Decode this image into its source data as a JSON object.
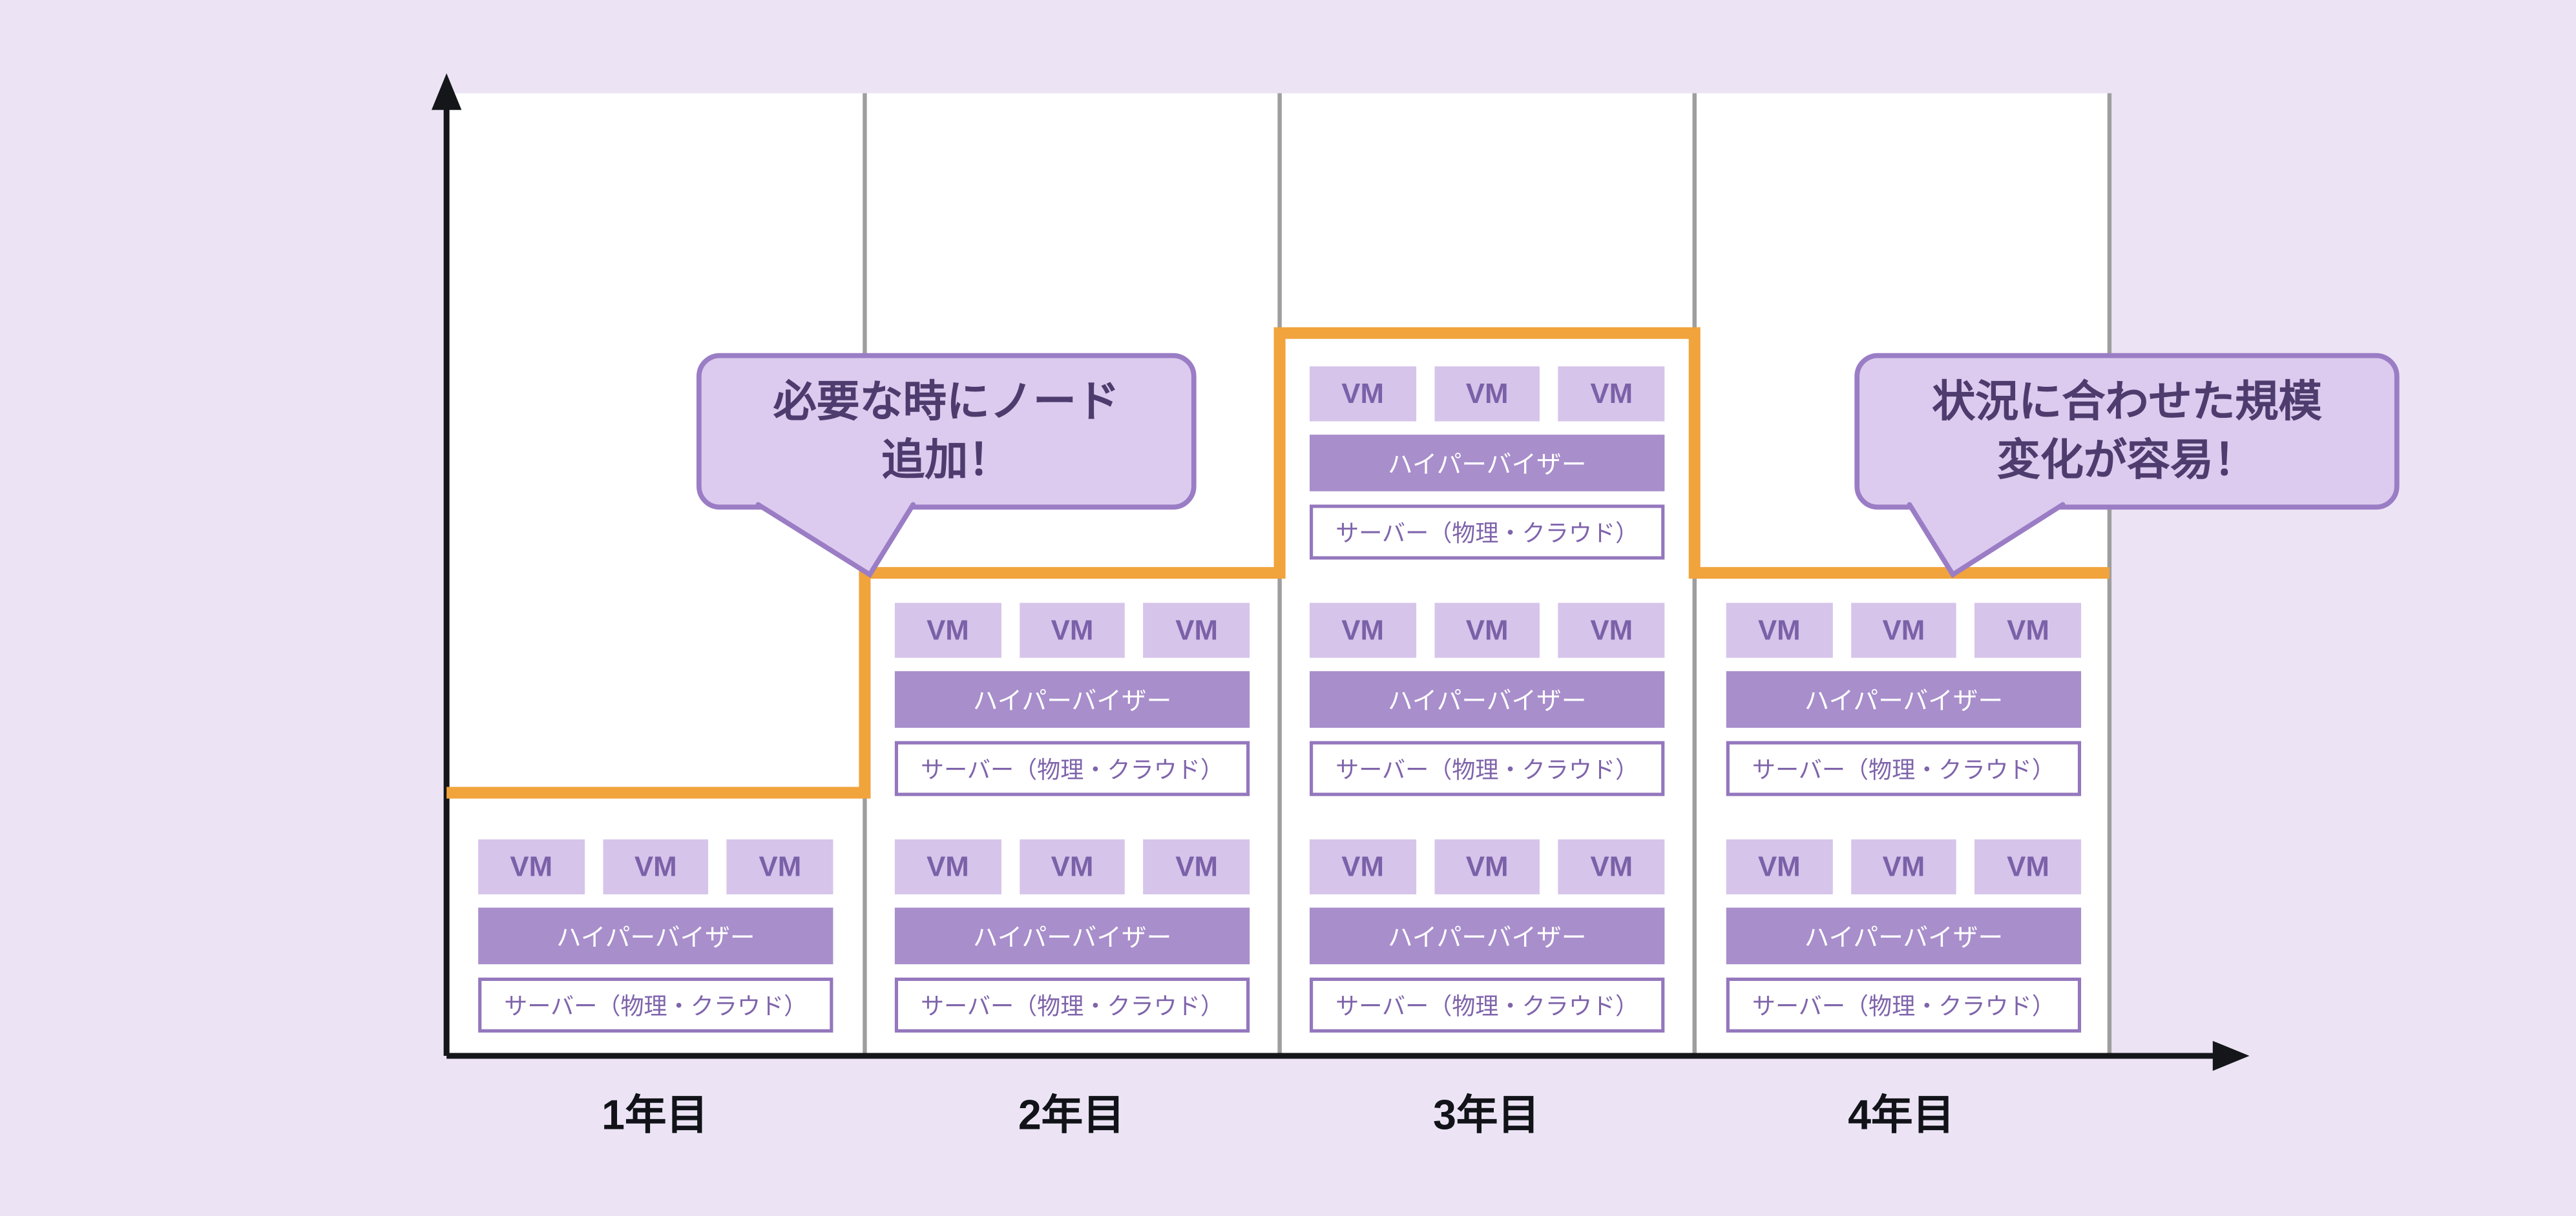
{
  "colors": {
    "background": "#ece4f5",
    "plot_bg": "#ffffff",
    "axis": "#15161a",
    "separator": "#9e9e9e",
    "step_line": "#f1a33c",
    "vm_bg": "#d6c4ea",
    "vm_text": "#7b61a8",
    "hypervisor_bg": "#a88ecb",
    "hypervisor_text": "#ffffff",
    "server_bg": "#ffffff",
    "server_border": "#9477bd",
    "server_text": "#7f64ab",
    "bubble_bg": "#dccbee",
    "bubble_border": "#9a7dc5",
    "bubble_text": "#4e3c6e",
    "year_label": "#111318"
  },
  "node": {
    "vm": "VM",
    "hypervisor": "ハイパーバイザー",
    "server": "サーバー（物理・クラウド）"
  },
  "years": [
    {
      "label": "1年目",
      "nodes": 1
    },
    {
      "label": "2年目",
      "nodes": 2
    },
    {
      "label": "3年目",
      "nodes": 3
    },
    {
      "label": "4年目",
      "nodes": 2
    }
  ],
  "callouts": [
    {
      "lines": [
        "必要な時にノード",
        "追加！"
      ]
    },
    {
      "lines": [
        "状況に合わせた規模",
        "変化が容易！"
      ]
    }
  ],
  "step_line": {
    "color": "#f1a33c",
    "levels_by_year": [
      1,
      2,
      3,
      2
    ]
  }
}
